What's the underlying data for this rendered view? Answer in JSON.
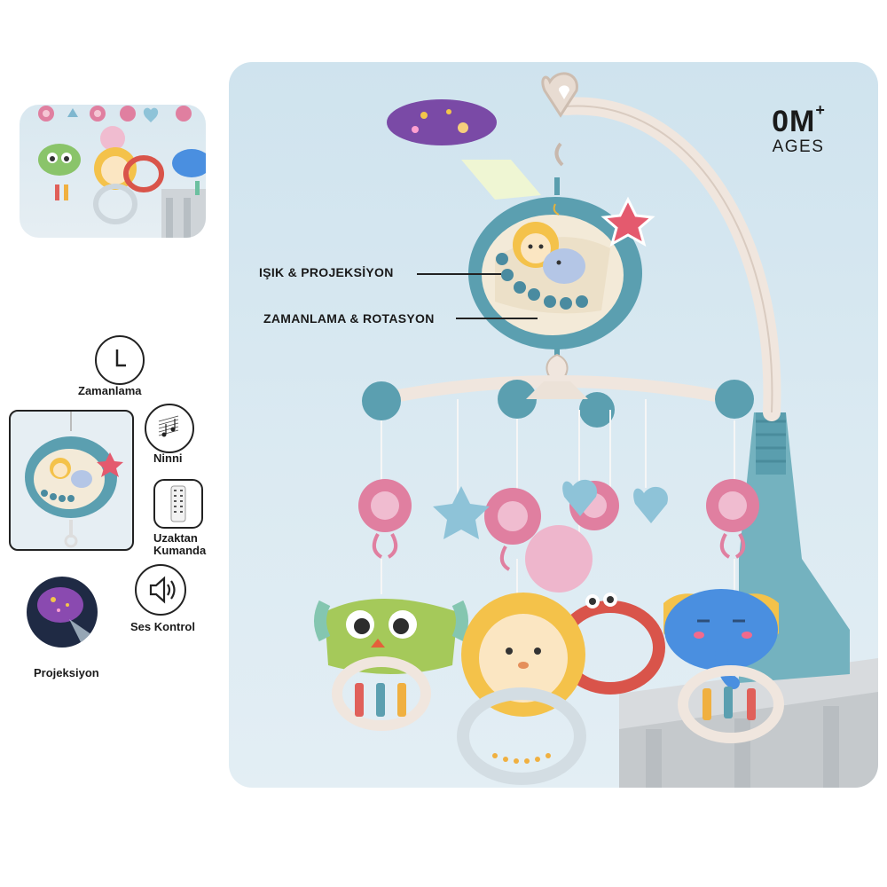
{
  "badge": {
    "age_main": "0M",
    "age_plus": "+",
    "age_sub": "AGES"
  },
  "callouts": {
    "light_projection": "IŞIK & PROJEKSİYON",
    "timing_rotation": "ZAMANLAMA & ROTASYON"
  },
  "features": [
    {
      "label": "Zamanlama",
      "icon": "clock-icon"
    },
    {
      "label": "Ninni",
      "icon": "music-notes-icon"
    },
    {
      "label": "Uzaktan\nKumanda",
      "icon": "remote-control-icon"
    },
    {
      "label": "Ses Kontrol",
      "icon": "speaker-icon"
    },
    {
      "label": "Projeksiyon",
      "icon": "projection-icon"
    }
  ],
  "colors": {
    "teal": "#5b9fb0",
    "pink": "#e07fa0",
    "cream": "#f3ead8",
    "panel": "#d6e7f0"
  }
}
